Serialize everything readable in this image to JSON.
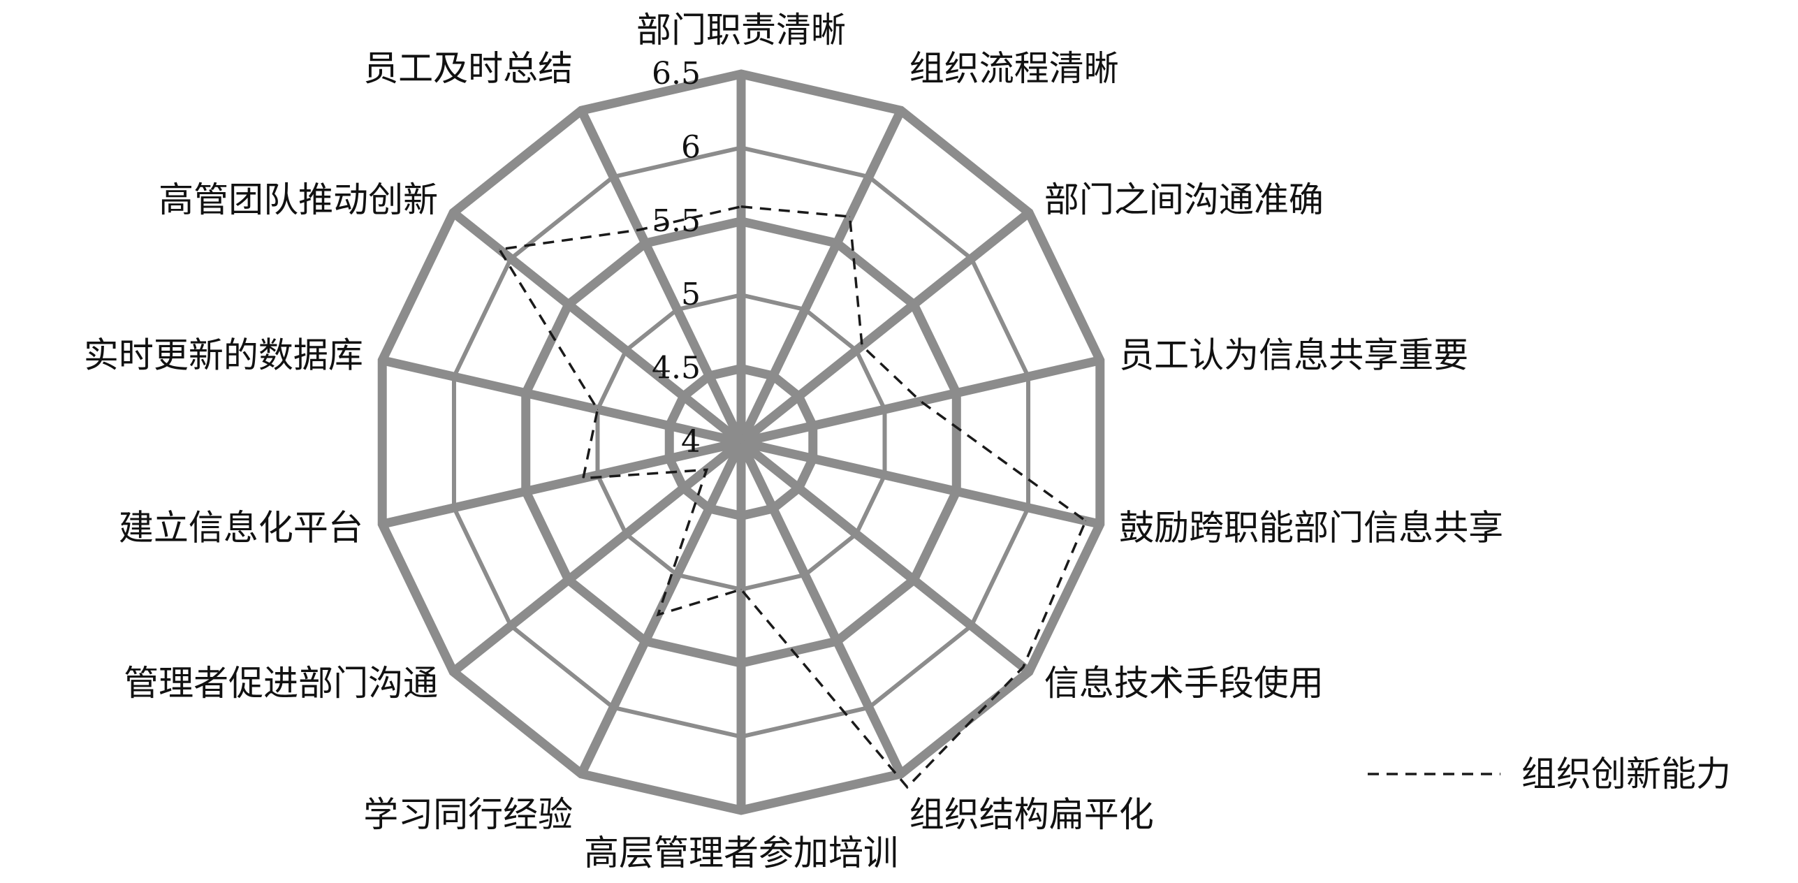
{
  "chart_data": {
    "type": "radar",
    "categories": [
      "部门职责清晰",
      "组织流程清晰",
      "部门之间沟通准确",
      "员工认为信息共享重要",
      "鼓励跨职能部门信息共享",
      "信息技术手段使用",
      "组织结构扁平化",
      "高层管理者参加培训",
      "学习同行经验",
      "管理者促进部门沟通",
      "建立信息化平台",
      "实时更新的数据库",
      "高管团队推动创新",
      "员工及时总结"
    ],
    "series": [
      {
        "name": "组织创新能力",
        "values": [
          5.6,
          5.7,
          5.05,
          5.25,
          6.4,
          6.45,
          6.6,
          5.0,
          5.3,
          4.3,
          5.1,
          5.0,
          6.1,
          5.6
        ]
      }
    ],
    "ticks": [
      "4",
      "4.5",
      "5",
      "5.5",
      "6",
      "6.5"
    ],
    "tick_values": [
      4,
      4.5,
      5,
      5.5,
      6,
      6.5
    ],
    "rlim": [
      4,
      6.5
    ],
    "grid": true,
    "legend_position": "bottom-right",
    "colors": {
      "grid": "#8c8c8c",
      "series": "#1a1a1a",
      "text": "#111111"
    }
  }
}
